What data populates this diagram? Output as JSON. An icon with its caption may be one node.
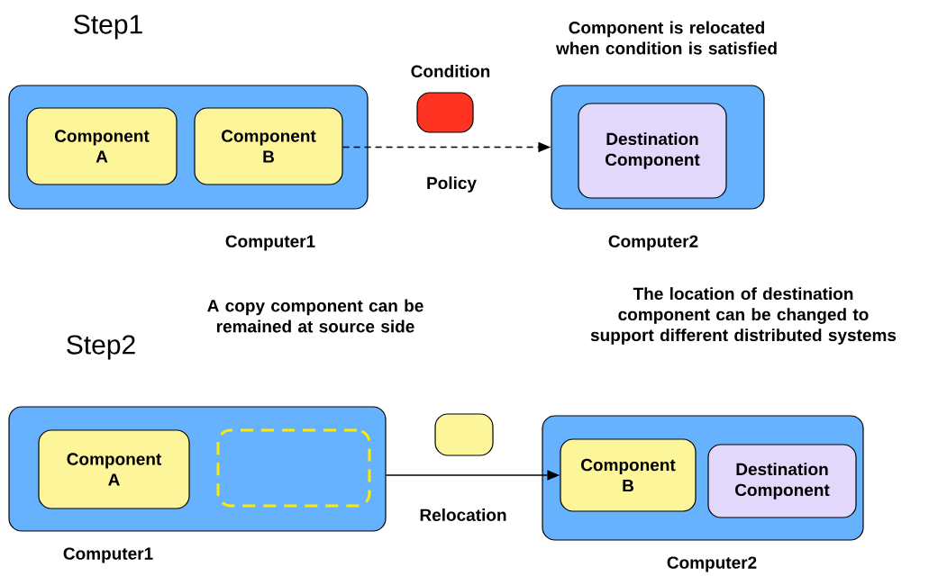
{
  "diagram": {
    "nodes": [
      {
        "text": [
          "Computer1"
        ]
      },
      {
        "text": [
          "Component A"
        ],
        "in": 0
      },
      {
        "text": [
          "Component B"
        ],
        "in": 0
      },
      {
        "text": [
          "Condition"
        ]
      },
      {
        "text": [
          "Computer2"
        ]
      },
      {
        "text": [
          "Destination Component"
        ],
        "in": 4
      },
      {
        "text": [
          "Computer1"
        ]
      },
      {
        "text": [
          "Component A"
        ],
        "in": 6
      },
      {
        "text": [],
        "shape": "box",
        "in": 6
      },
      {
        "text": [],
        "shape": "box"
      },
      {
        "text": [
          "Computer2"
        ]
      },
      {
        "text": [
          "Component B"
        ],
        "in": 10
      },
      {
        "text": [
          "Destination Component"
        ],
        "in": 10
      }
    ],
    "edges": [
      {
        "from": 2,
        "to": 4,
        "arrow": "to",
        "label": "Policy",
        "style": "dashed"
      },
      {
        "from": 6,
        "to": 11,
        "arrow": "to",
        "label": "Relocation"
      }
    ],
    "labels": [
      "Step1",
      "Component is relocated when condition is satisfied",
      "A copy component can be remained at source side",
      "Step2",
      "The location of destination component can be changed to support different distributed systems"
    ]
  }
}
